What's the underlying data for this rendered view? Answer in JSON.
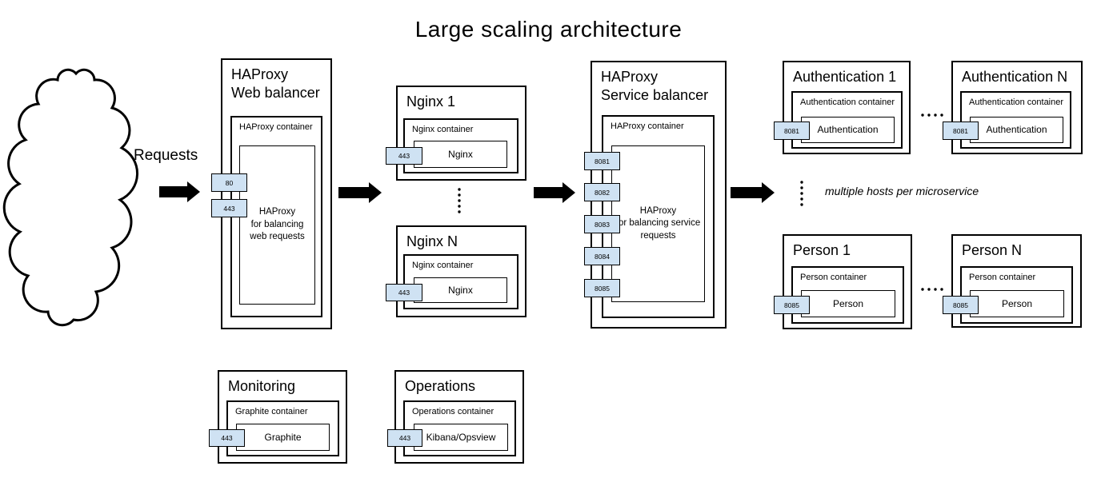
{
  "page": {
    "title": "Large scaling architecture"
  },
  "labels": {
    "requests": "Requests",
    "multiple_hosts": "multiple hosts per microservice"
  },
  "colors": {
    "port_badge": "#cfe2f3",
    "line": "#000000",
    "background": "#ffffff"
  },
  "icons": {
    "cloud": "internet-cloud",
    "arrows": "flow-arrow-right",
    "ellipsis_vertical": "more-hosts-vertical-dots",
    "ellipsis_horizontal": "more-hosts-horizontal-dots"
  },
  "nodes": {
    "haproxy_web": {
      "title": "HAProxy\nWeb balancer",
      "container": "HAProxy container",
      "process": "HAProxy\nfor balancing\nweb requests",
      "ports": [
        "80",
        "443"
      ]
    },
    "nginx_1": {
      "title": "Nginx 1",
      "container": "Nginx container",
      "process": "Nginx",
      "ports": [
        "443"
      ]
    },
    "nginx_n": {
      "title": "Nginx N",
      "container": "Nginx container",
      "process": "Nginx",
      "ports": [
        "443"
      ]
    },
    "haproxy_service": {
      "title": "HAProxy\nService balancer",
      "container": "HAProxy container",
      "process": "HAProxy\nfor balancing service\nrequests",
      "ports": [
        "8081",
        "8082",
        "8083",
        "8084",
        "8085"
      ]
    },
    "auth_1": {
      "title": "Authentication 1",
      "container": "Authentication container",
      "process": "Authentication",
      "ports": [
        "8081"
      ]
    },
    "auth_n": {
      "title": "Authentication N",
      "container": "Authentication container",
      "process": "Authentication",
      "ports": [
        "8081"
      ]
    },
    "person_1": {
      "title": "Person 1",
      "container": "Person container",
      "process": "Person",
      "ports": [
        "8085"
      ]
    },
    "person_n": {
      "title": "Person N",
      "container": "Person container",
      "process": "Person",
      "ports": [
        "8085"
      ]
    },
    "monitoring": {
      "title": "Monitoring",
      "container": "Graphite container",
      "process": "Graphite",
      "ports": [
        "443"
      ]
    },
    "operations": {
      "title": "Operations",
      "container": "Operations container",
      "process": "Kibana/Opsview",
      "ports": [
        "443"
      ]
    }
  }
}
